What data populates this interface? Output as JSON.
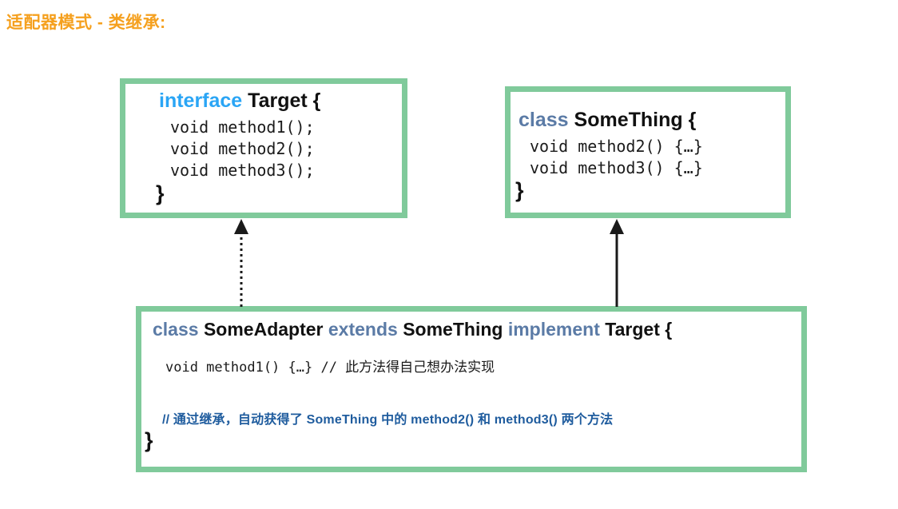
{
  "slide": {
    "title": "适配器模式 - 类继承:",
    "title_color": "#f5a01e",
    "background_color": "#ffffff"
  },
  "theme": {
    "box_border_color": "#80ca9b",
    "keyword_blue_bright": "#2aa5f5",
    "keyword_blue_slate": "#5b7ba6",
    "comment_blue": "#1f5c9e",
    "text_black": "#111111",
    "arrow_color": "#1a1a1a"
  },
  "boxes": {
    "target": {
      "name": "Target",
      "decl_keyword": "interface",
      "decl_name": "Target {",
      "members": [
        "void method1();",
        "void method2();",
        "void method3();"
      ],
      "closing_brace": "}"
    },
    "something": {
      "name": "SomeThing",
      "decl_keyword": "class",
      "decl_name": "SomeThing {",
      "members": [
        "void method2() {…}",
        "void method3() {…}"
      ],
      "closing_brace": "}"
    },
    "adapter": {
      "name": "SomeAdapter",
      "decl_parts": {
        "kw_class": "class",
        "name_adapter": "SomeAdapter",
        "kw_extends": "extends",
        "name_something": "SomeThing",
        "kw_implement": "implement",
        "name_target": "Target {"
      },
      "impl_line": "void method1() {…} // 此方法得自己想办法实现",
      "note_line": "// 通过继承，自动获得了 SomeThing 中的 method2() 和 method3() 两个方法",
      "closing_brace": "}"
    }
  },
  "arrows": [
    {
      "id": "implements-arrow",
      "label": "",
      "style": "dotted",
      "head": "solid-triangle",
      "from": "SomeAdapter",
      "to": "Target",
      "direction": "up"
    },
    {
      "id": "extends-arrow",
      "label": "",
      "style": "solid",
      "head": "solid-triangle",
      "from": "SomeAdapter",
      "to": "SomeThing",
      "direction": "up"
    }
  ]
}
